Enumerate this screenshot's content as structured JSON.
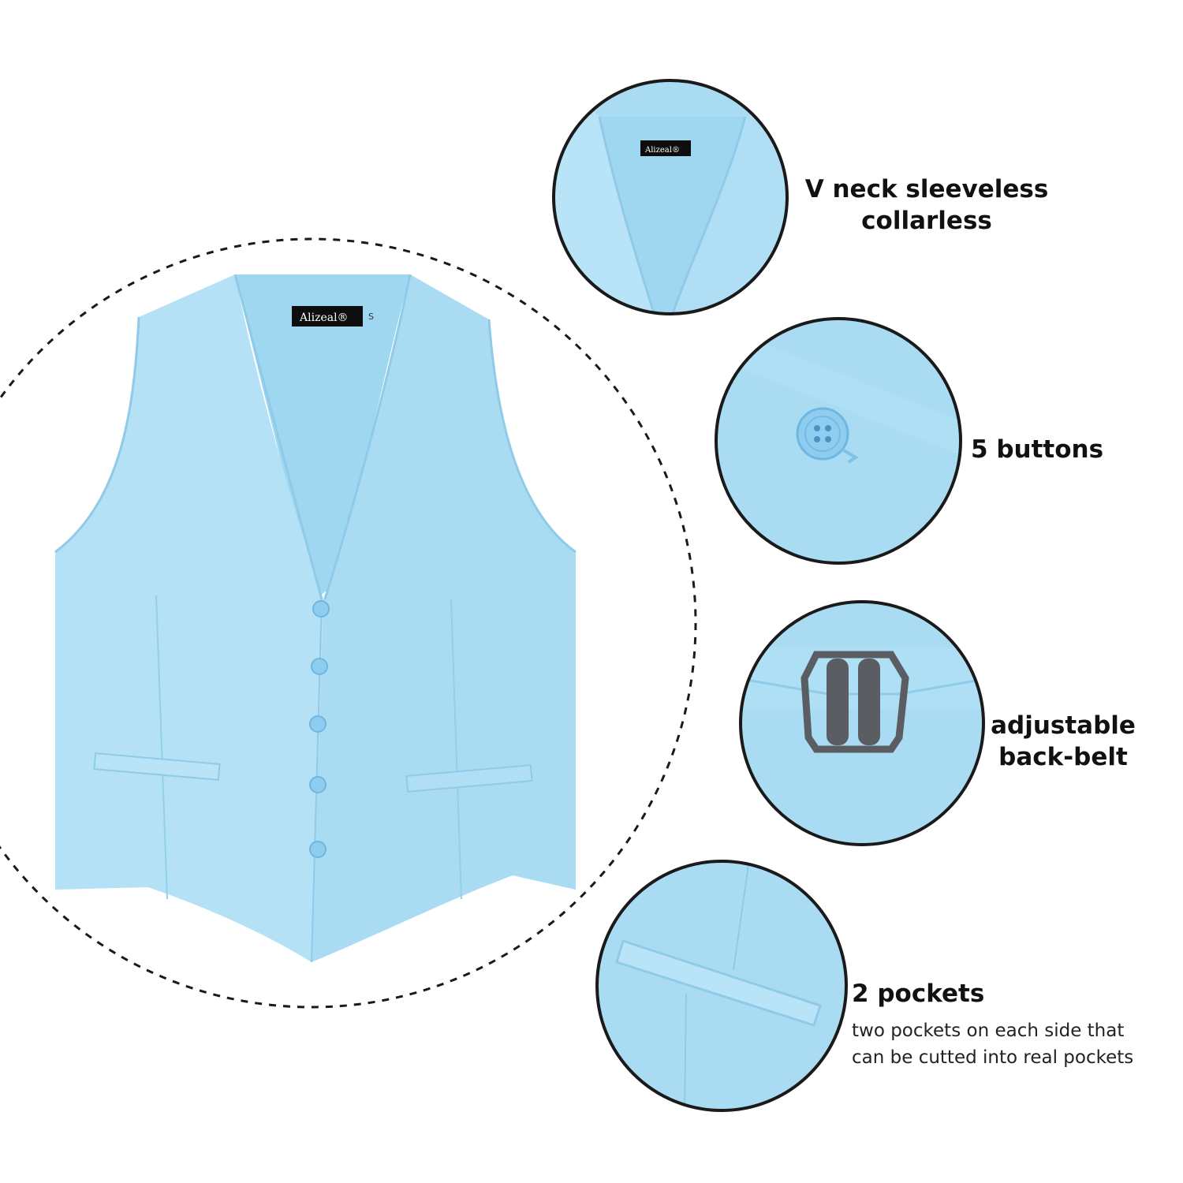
{
  "brand": {
    "label": "Alizeal®",
    "size_tag": "S",
    "logo_name": "alizeal-brand-label"
  },
  "colors": {
    "fabric": "#a9dcf3",
    "fabric_light": "#bfe6f8",
    "fabric_shadow": "#8fcbe8",
    "lining": "#9fd6f0",
    "button": "#8ecdf0",
    "buckle": "#5a5e63",
    "outline": "#1a1a1a",
    "dashed_ring": "#1a1a1a"
  },
  "features": [
    {
      "id": "vneck",
      "lines": [
        "V neck sleeveless",
        "collarless"
      ],
      "icon": "v-neck-detail-icon"
    },
    {
      "id": "buttons",
      "lines": [
        "5 buttons"
      ],
      "icon": "button-detail-icon"
    },
    {
      "id": "belt",
      "lines": [
        "adjustable",
        "back-belt"
      ],
      "icon": "back-belt-buckle-icon"
    },
    {
      "id": "pockets",
      "lines": [
        "2 pockets"
      ],
      "icon": "pocket-detail-icon",
      "description": [
        "two pockets on each side that",
        "can be cutted into real pockets"
      ]
    }
  ]
}
